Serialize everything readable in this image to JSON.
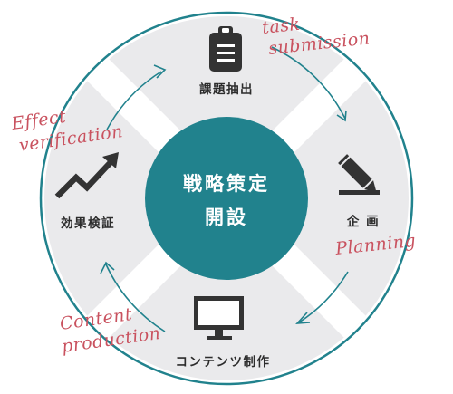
{
  "center": {
    "line1": "戦略策定",
    "line2": "開設"
  },
  "steps": {
    "top": {
      "label": "課題抽出",
      "icon": "clipboard-icon",
      "script_line1": "task",
      "script_line2": "submission"
    },
    "right": {
      "label": "企 画",
      "icon": "pencil-icon",
      "script_line1": "Planning"
    },
    "bottom": {
      "label": "コンテンツ制作",
      "icon": "monitor-icon",
      "script_line1": "Content",
      "script_line2": "production"
    },
    "left": {
      "label": "効果検証",
      "icon": "trend-arrow-icon",
      "script_line1": "Effect",
      "script_line2": "verification"
    }
  },
  "colors": {
    "accent": "#21828d",
    "script": "#c9525f",
    "ring": "#eaeaec",
    "icon": "#333333"
  }
}
